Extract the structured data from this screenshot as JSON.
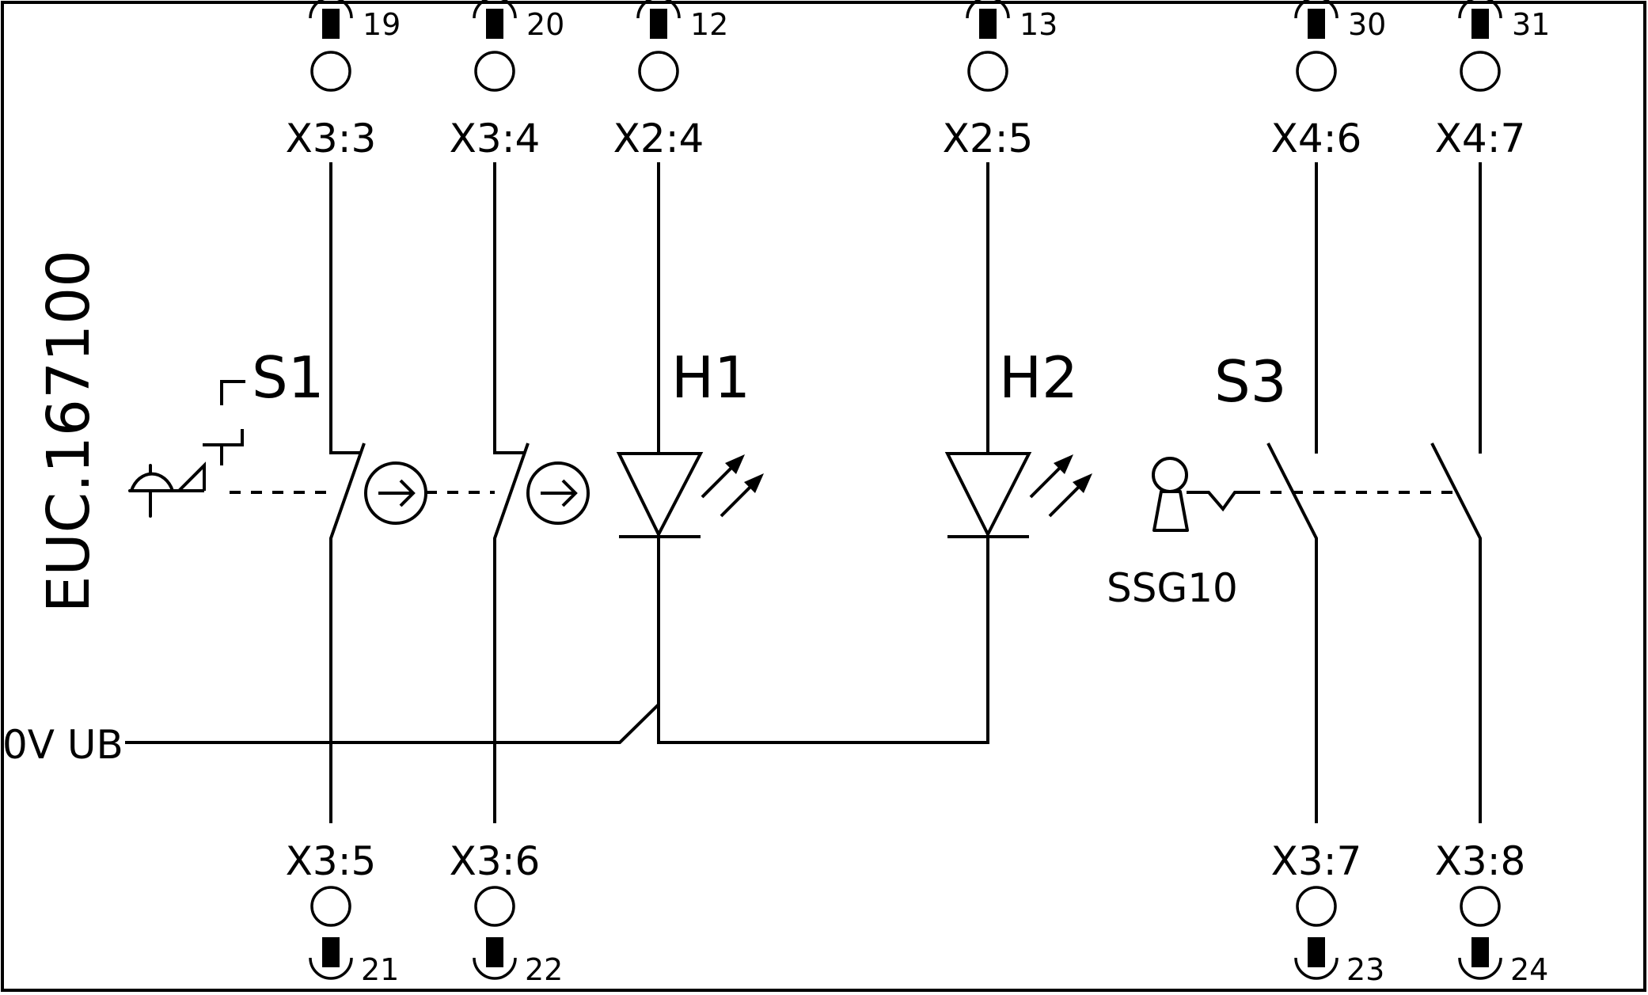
{
  "device_code": "EUC.167100",
  "supply_label": "0V UB",
  "devices": {
    "s1": "S1",
    "h1": "H1",
    "h2": "H2",
    "s3": "S3",
    "key_switch": "SSG10"
  },
  "top_terminals": [
    {
      "label": "X3:3",
      "pin": "19"
    },
    {
      "label": "X3:4",
      "pin": "20"
    },
    {
      "label": "X2:4",
      "pin": "12"
    },
    {
      "label": "X2:5",
      "pin": "13"
    },
    {
      "label": "X4:6",
      "pin": "30"
    },
    {
      "label": "X4:7",
      "pin": "31"
    }
  ],
  "bottom_terminals": [
    {
      "label": "X3:5",
      "pin": "21"
    },
    {
      "label": "X3:6",
      "pin": "22"
    },
    {
      "label": "X3:7",
      "pin": "23"
    },
    {
      "label": "X3:8",
      "pin": "24"
    }
  ]
}
